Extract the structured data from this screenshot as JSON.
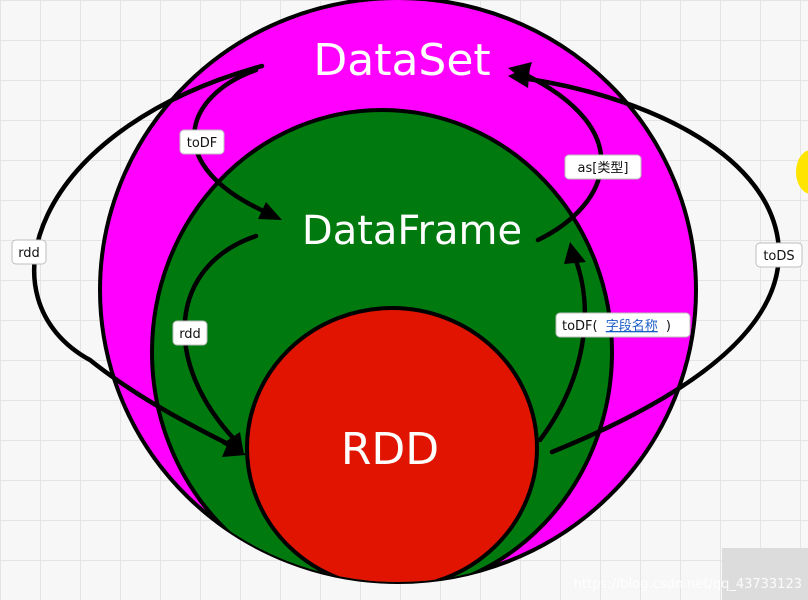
{
  "labels": {
    "dataset": "DataSet",
    "dataframe": "DataFrame",
    "rdd": "RDD"
  },
  "edges": {
    "dataset_to_dataframe": "toDF",
    "dataframe_to_dataset": "as[类型]",
    "dataset_to_rdd": "rdd",
    "dataframe_to_rdd": "rdd",
    "rdd_to_dataframe_prefix": "toDF(",
    "rdd_to_dataframe_link": "字段名称",
    "rdd_to_dataframe_suffix": ")",
    "rdd_to_dataset": "toDS"
  },
  "colors": {
    "dataset": "#ff00ff",
    "dataframe": "#007a0e",
    "rdd": "#e01400",
    "outline": "#000000"
  },
  "watermark": "https://blog.csdn.net/qq_43733123"
}
